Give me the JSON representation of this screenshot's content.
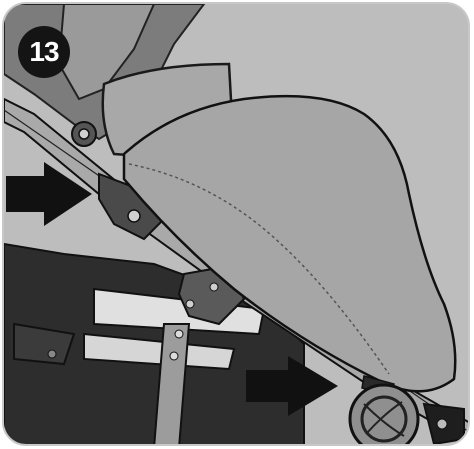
{
  "step": {
    "number": "13"
  },
  "colors": {
    "background": "#b9b9b9",
    "canopy": "#a9a9a9",
    "frame_dark": "#1f1f1f",
    "arrow": "#111111",
    "badge": "#141414"
  },
  "illustration": {
    "arrows": [
      "arrow-upper-left",
      "arrow-lower-right"
    ]
  }
}
